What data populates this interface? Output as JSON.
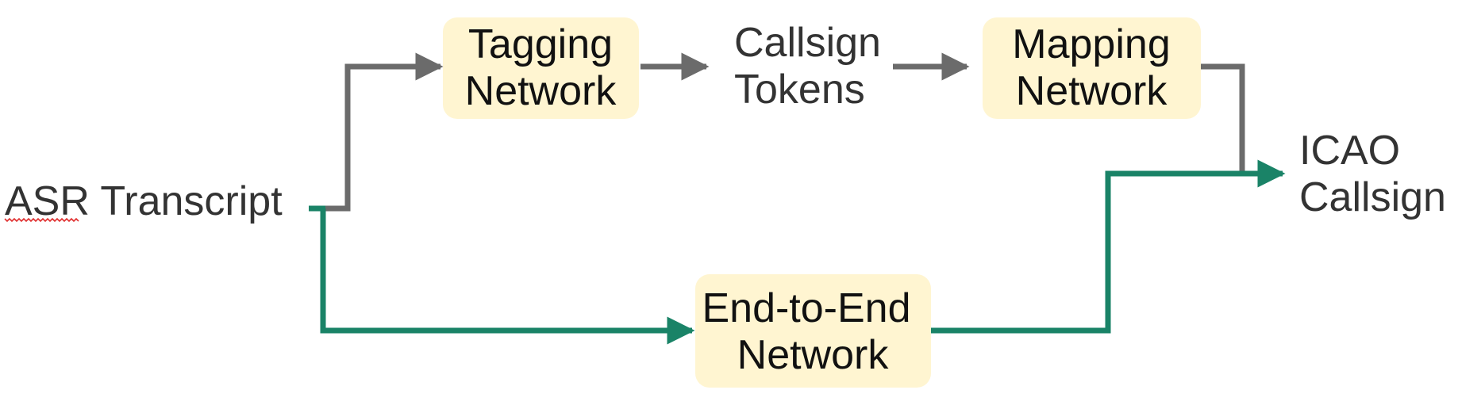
{
  "diagram": {
    "nodes": {
      "asr_transcript": {
        "label": "ASR Transcript"
      },
      "tagging_network": {
        "line1": "Tagging",
        "line2": "Network"
      },
      "callsign_tokens": {
        "line1": "Callsign",
        "line2": "Tokens"
      },
      "mapping_network": {
        "line1": "Mapping",
        "line2": "Network"
      },
      "icao_callsign": {
        "line1": "ICAO",
        "line2": "Callsign"
      },
      "end_to_end_network": {
        "line1": "End-to-End",
        "line2": "Network"
      }
    },
    "edges": [
      {
        "from": "asr_transcript",
        "to": "tagging_network",
        "path": "pipeline"
      },
      {
        "from": "tagging_network",
        "to": "callsign_tokens",
        "path": "pipeline"
      },
      {
        "from": "callsign_tokens",
        "to": "mapping_network",
        "path": "pipeline"
      },
      {
        "from": "mapping_network",
        "to": "icao_callsign",
        "path": "pipeline"
      },
      {
        "from": "asr_transcript",
        "to": "end_to_end_network",
        "path": "end-to-end"
      },
      {
        "from": "end_to_end_network",
        "to": "icao_callsign",
        "path": "end-to-end"
      }
    ]
  },
  "colors": {
    "box_fill": "#fff5d1",
    "pipeline_line": "#6b6b6b",
    "end_to_end_line": "#1a8367",
    "text": "#333333"
  }
}
